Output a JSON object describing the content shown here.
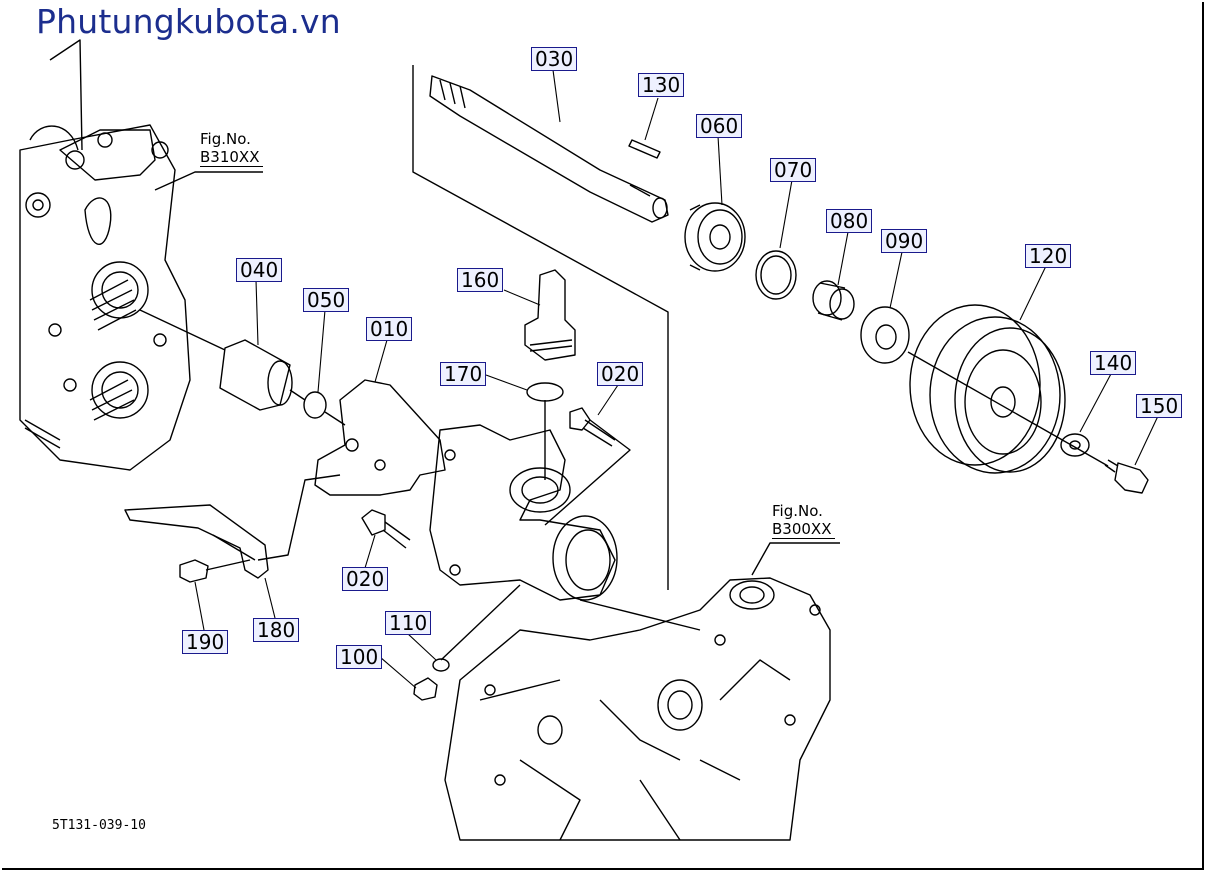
{
  "watermark": "Phutungkubota.vn",
  "diagram_code": "5T131-039-10",
  "figure_refs": [
    {
      "title": "Fig.No.",
      "code": "B310XX"
    },
    {
      "title": "Fig.No.",
      "code": "B300XX"
    }
  ],
  "parts": [
    "030",
    "130",
    "060",
    "070",
    "080",
    "090",
    "120",
    "040",
    "050",
    "010",
    "160",
    "170",
    "020",
    "140",
    "150",
    "020",
    "110",
    "100",
    "190",
    "180"
  ],
  "colors": {
    "label_border": "#1a1a8c",
    "label_fill": "#eef1ff",
    "watermark": "#1c2e8e",
    "line": "#000000"
  }
}
